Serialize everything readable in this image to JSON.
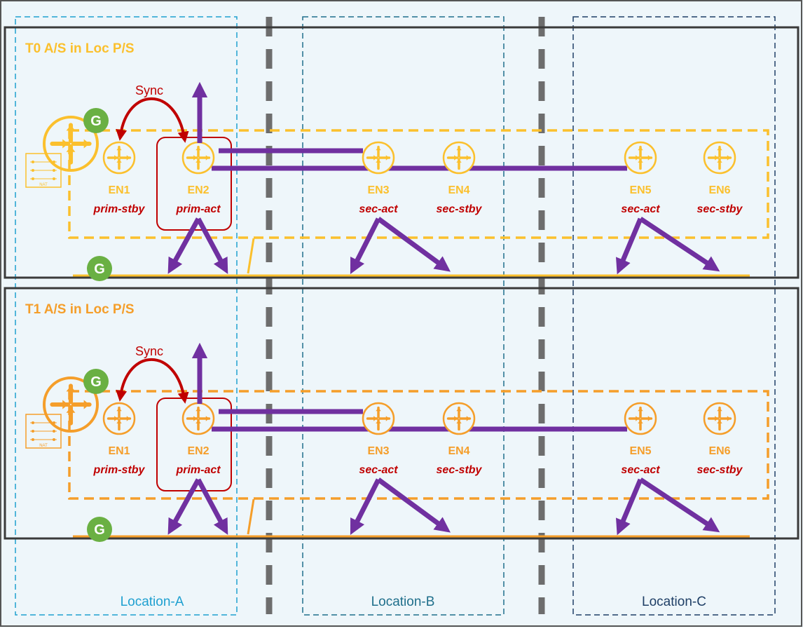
{
  "colors": {
    "background": "#eef6fa",
    "frame": "#555555",
    "section_border": "#3a3a3a",
    "t0": "#fbc02d",
    "t1": "#f59e2a",
    "flow": "#7030a0",
    "sync": "#c00000",
    "role": "#c00000",
    "gateway": "#6ab043",
    "loc_a": "#1fa0d0",
    "loc_b": "#1f6f8b",
    "loc_c": "#1f3f66",
    "separator": "#6d6d6d"
  },
  "locations": [
    {
      "label": "Location-A"
    },
    {
      "label": "Location-B"
    },
    {
      "label": "Location-C"
    }
  ],
  "sections": [
    {
      "title": "T0 A/S in Loc P/S",
      "sync_label": "Sync",
      "gateway_label": "G",
      "nat_label": "NAT",
      "nodes": [
        {
          "name": "EN1",
          "role": "prim-stby"
        },
        {
          "name": "EN2",
          "role": "prim-act"
        },
        {
          "name": "EN3",
          "role": "sec-act"
        },
        {
          "name": "EN4",
          "role": "sec-stby"
        },
        {
          "name": "EN5",
          "role": "sec-act"
        },
        {
          "name": "EN6",
          "role": "sec-stby"
        }
      ]
    },
    {
      "title": "T1 A/S in Loc P/S",
      "sync_label": "Sync",
      "gateway_label": "G",
      "nat_label": "NAT",
      "nodes": [
        {
          "name": "EN1",
          "role": "prim-stby"
        },
        {
          "name": "EN2",
          "role": "prim-act"
        },
        {
          "name": "EN3",
          "role": "sec-act"
        },
        {
          "name": "EN4",
          "role": "sec-stby"
        },
        {
          "name": "EN5",
          "role": "sec-act"
        },
        {
          "name": "EN6",
          "role": "sec-stby"
        }
      ]
    }
  ]
}
